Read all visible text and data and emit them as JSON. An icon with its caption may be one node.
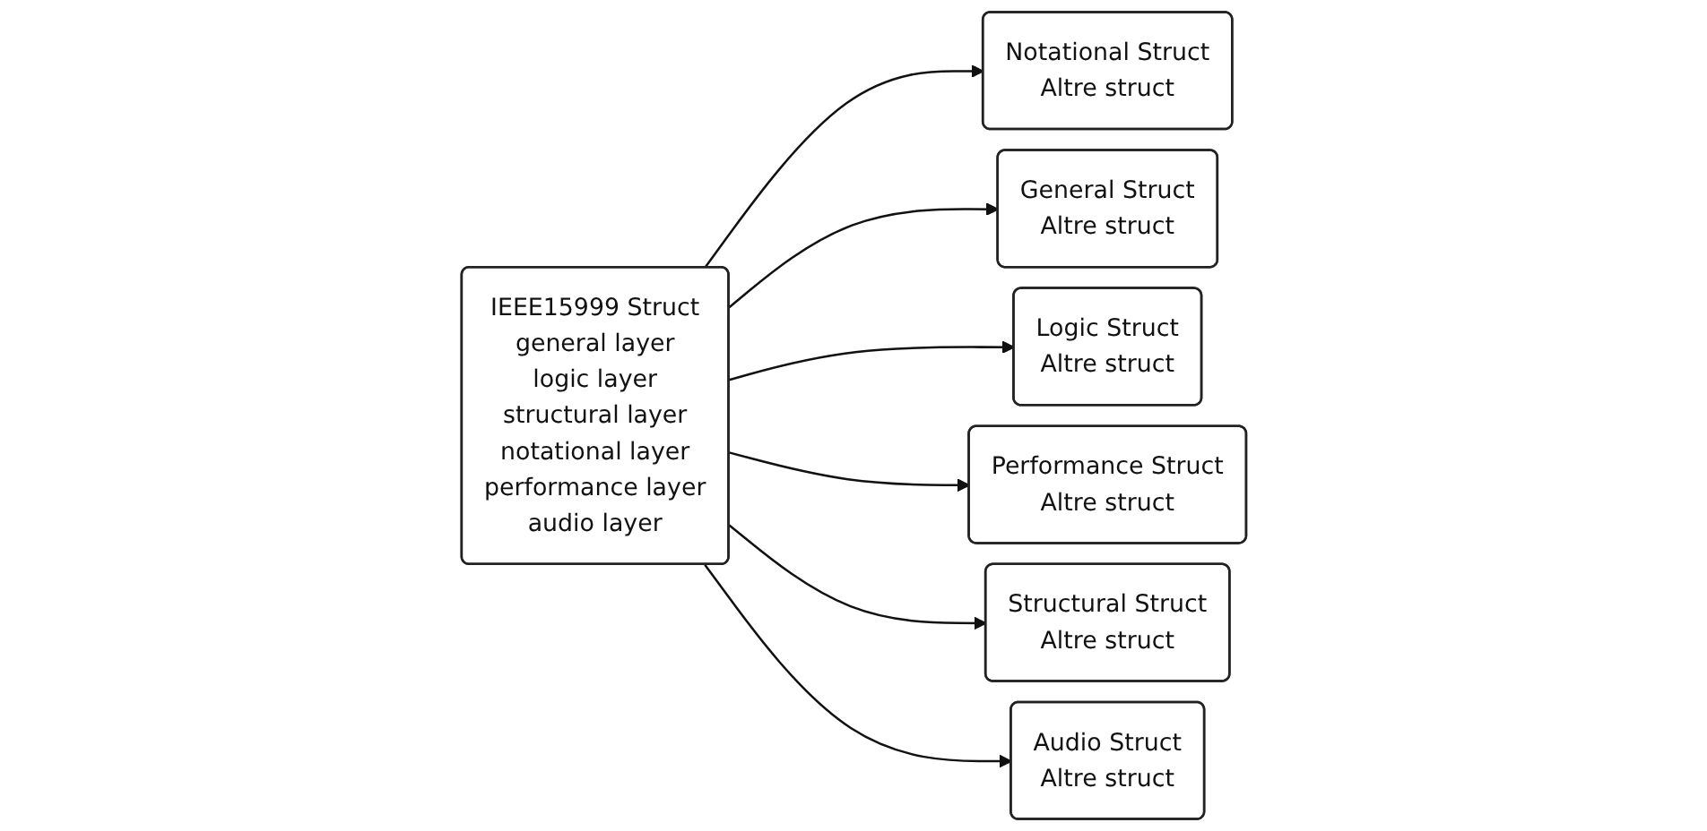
{
  "diagram": {
    "nodes": [
      {
        "text": [
          "Notational Struct",
          "Altre struct"
        ]
      },
      {
        "text": [
          "General Struct",
          "Altre struct"
        ]
      },
      {
        "text": [
          "IEEE15999 Struct",
          "general layer",
          "logic layer",
          "structural layer",
          "notational layer",
          "performance layer",
          "audio layer"
        ]
      },
      {
        "text": [
          "Logic Struct",
          "Altre struct"
        ]
      },
      {
        "text": [
          "Performance Struct",
          "Altre struct"
        ]
      },
      {
        "text": [
          "Structural Struct",
          "Altre struct"
        ]
      },
      {
        "text": [
          "Audio Struct",
          "Altre struct"
        ]
      }
    ],
    "edges": [
      {
        "from": 2,
        "to": 0,
        "arrow": "to"
      },
      {
        "from": 2,
        "to": 1,
        "arrow": "to"
      },
      {
        "from": 2,
        "to": 3,
        "arrow": "to"
      },
      {
        "from": 2,
        "to": 4,
        "arrow": "to"
      },
      {
        "from": 2,
        "to": 5,
        "arrow": "to"
      },
      {
        "from": 2,
        "to": 6,
        "arrow": "to"
      }
    ]
  }
}
